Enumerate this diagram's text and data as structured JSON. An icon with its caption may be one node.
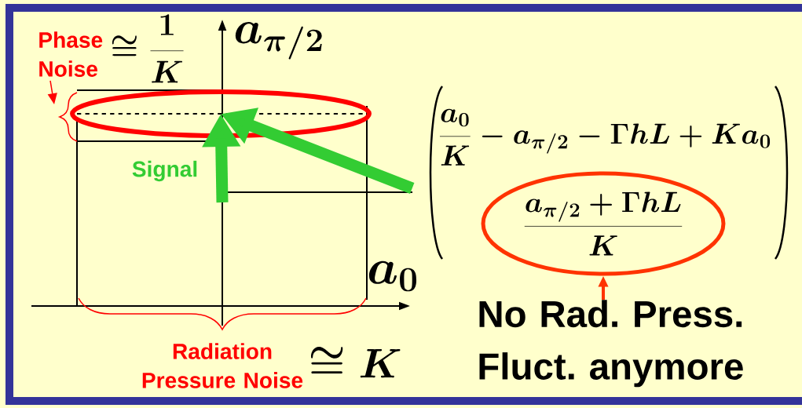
{
  "diagram": {
    "nodes": [
      {
        "text": [
          "Phase Noise"
        ]
      },
      {
        "text": [],
        "shape": "ellipse"
      },
      {
        "text": [
          "\\frac{a_0}{K} - a_{\\pi/2} - \\Gamma h L + K a_0"
        ]
      },
      {
        "text": [
          "\\frac{a_{\\pi/2}+\\Gamma h L}{K}"
        ],
        "in": 2
      },
      {
        "text": [
          "No Rad. Press. Fluct. anymore"
        ]
      }
    ],
    "edges": [
      {
        "from": 0,
        "to": 1,
        "arrow": "to",
        "color": "#ff0000"
      },
      {
        "from": null,
        "to": 1,
        "arrow": "to",
        "label": "Signal",
        "style": "thick",
        "color": "#33cc33"
      },
      {
        "from": 2,
        "to": 1,
        "arrow": "to",
        "style": "thick",
        "color": "#33cc33"
      },
      {
        "from": 4,
        "to": 3,
        "arrow": "to",
        "color": "#ff3300"
      }
    ],
    "labels": [
      "\\cong \\frac{1}{K}",
      "a_{\\pi/2}",
      "a_0",
      "Radiation Pressure Noise",
      "\\cong K"
    ]
  }
}
